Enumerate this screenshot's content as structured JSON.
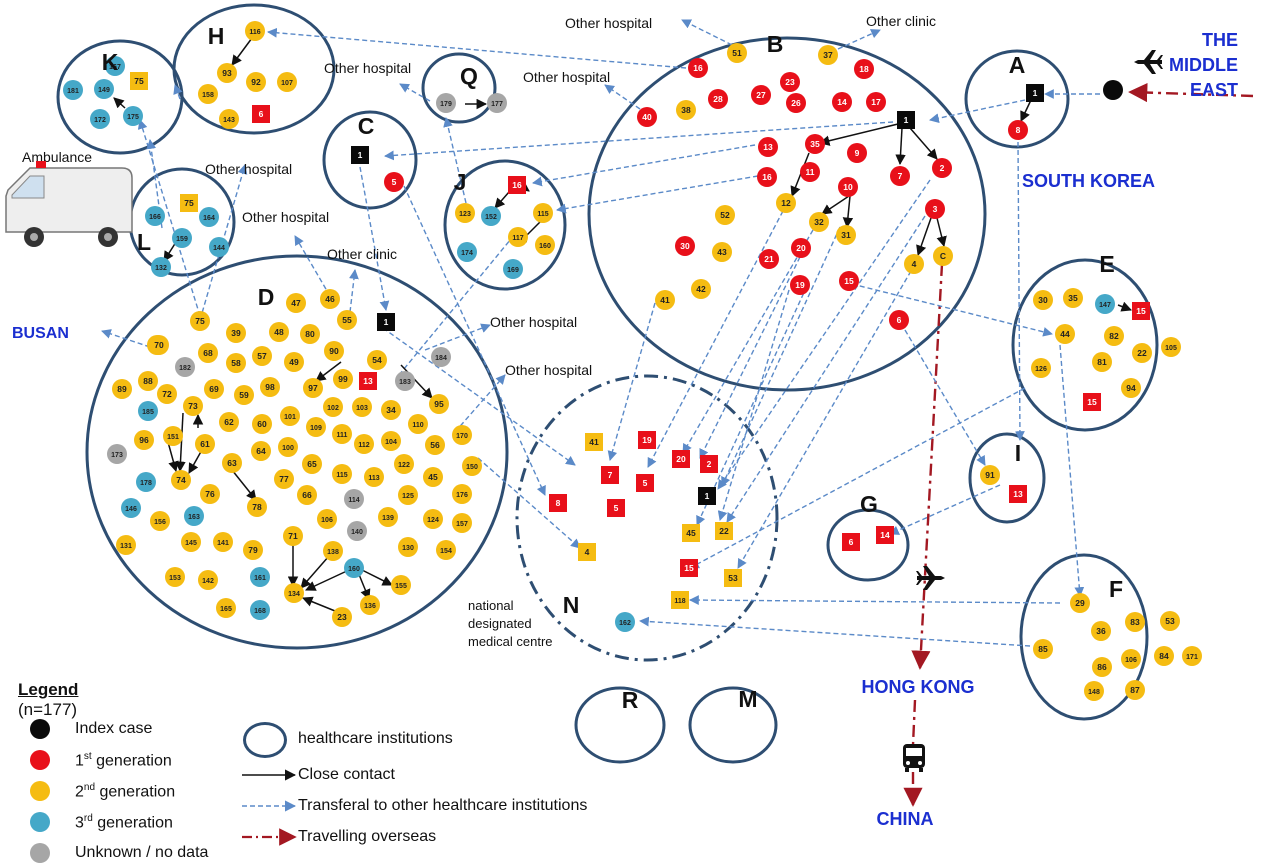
{
  "colors": {
    "index": "#0a0a0a",
    "gen1": "#e8101a",
    "gen2": "#f5bc12",
    "gen3": "#45a8c8",
    "unknown": "#a6a6a6",
    "institution": "#2e4e72",
    "transfer": "#5b8ac8",
    "travel": "#a31822",
    "country": "#1b2fd0"
  },
  "labels": {
    "A": "A",
    "B": "B",
    "C": "C",
    "D": "D",
    "E": "E",
    "F": "F",
    "G": "G",
    "H": "H",
    "I": "I",
    "J": "J",
    "K": "K",
    "L": "L",
    "M": "M",
    "N": "N",
    "Q": "Q",
    "R": "R",
    "other_hospital": "Other hospital",
    "other_clinic": "Other clinic",
    "ambulance": "Ambulance",
    "busan": "BUSAN",
    "south_korea": "SOUTH KOREA",
    "the": "THE",
    "middle": "MIDDLE",
    "east": "EAST",
    "hong_kong": "HONG KONG",
    "china": "CHINA",
    "nmc1": "national",
    "nmc2": "designated",
    "nmc3": "medical centre"
  },
  "nodes": [
    [
      "A",
      "1",
      "sq",
      "i"
    ],
    [
      "A",
      "8",
      "c",
      "g1"
    ],
    [
      "B",
      "51",
      "c",
      "g2"
    ],
    [
      "B",
      "37",
      "c",
      "g2"
    ],
    [
      "B",
      "16",
      "c",
      "g1"
    ],
    [
      "B",
      "18",
      "c",
      "g1"
    ],
    [
      "B",
      "23",
      "c",
      "g1"
    ],
    [
      "B",
      "38",
      "c",
      "g2"
    ],
    [
      "B",
      "28",
      "c",
      "g1"
    ],
    [
      "B",
      "27",
      "c",
      "g1"
    ],
    [
      "B",
      "26",
      "c",
      "g1"
    ],
    [
      "B",
      "14",
      "c",
      "g1"
    ],
    [
      "B",
      "17",
      "c",
      "g1"
    ],
    [
      "B",
      "40",
      "c",
      "g1"
    ],
    [
      "B",
      "1",
      "sq",
      "i"
    ],
    [
      "B",
      "13",
      "c",
      "g1"
    ],
    [
      "B",
      "35",
      "c",
      "g1"
    ],
    [
      "B",
      "9",
      "c",
      "g1"
    ],
    [
      "B",
      "7",
      "c",
      "g1"
    ],
    [
      "B",
      "2",
      "c",
      "g1"
    ],
    [
      "B",
      "16",
      "c",
      "g1"
    ],
    [
      "B",
      "11",
      "c",
      "g1"
    ],
    [
      "B",
      "10",
      "c",
      "g1"
    ],
    [
      "B",
      "12",
      "c",
      "g2"
    ],
    [
      "B",
      "32",
      "c",
      "g2"
    ],
    [
      "B",
      "31",
      "c",
      "g2"
    ],
    [
      "B",
      "3",
      "c",
      "g1"
    ],
    [
      "B",
      "52",
      "c",
      "g2"
    ],
    [
      "B",
      "30",
      "c",
      "g1"
    ],
    [
      "B",
      "20",
      "c",
      "g1"
    ],
    [
      "B",
      "43",
      "c",
      "g2"
    ],
    [
      "B",
      "21",
      "c",
      "g1"
    ],
    [
      "B",
      "4",
      "c",
      "g2"
    ],
    [
      "B",
      "C",
      "c",
      "g2"
    ],
    [
      "B",
      "42",
      "c",
      "g2"
    ],
    [
      "B",
      "19",
      "c",
      "g1"
    ],
    [
      "B",
      "15",
      "c",
      "g1"
    ],
    [
      "B",
      "41",
      "c",
      "g2"
    ],
    [
      "B",
      "6",
      "c",
      "g1"
    ],
    [
      "C",
      "1",
      "sq",
      "i"
    ],
    [
      "C",
      "5",
      "c",
      "g1"
    ],
    [
      "D",
      "47",
      "c",
      "g2"
    ],
    [
      "D",
      "46",
      "c",
      "g2"
    ],
    [
      "D",
      "55",
      "c",
      "g2"
    ],
    [
      "D",
      "1",
      "sq",
      "i"
    ],
    [
      "D",
      "75",
      "c",
      "g2"
    ],
    [
      "D",
      "67",
      "c",
      "g2"
    ],
    [
      "D",
      "39",
      "c",
      "g2"
    ],
    [
      "D",
      "48",
      "c",
      "g2"
    ],
    [
      "D",
      "80",
      "c",
      "g2"
    ],
    [
      "D",
      "70",
      "c",
      "g2"
    ],
    [
      "D",
      "68",
      "c",
      "g2"
    ],
    [
      "D",
      "58",
      "c",
      "g2"
    ],
    [
      "D",
      "57",
      "c",
      "g2"
    ],
    [
      "D",
      "49",
      "c",
      "g2"
    ],
    [
      "D",
      "90",
      "c",
      "g2"
    ],
    [
      "D",
      "54",
      "c",
      "g2"
    ],
    [
      "D",
      "184",
      "c",
      "u"
    ],
    [
      "D",
      "88",
      "c",
      "g2"
    ],
    [
      "D",
      "182",
      "c",
      "u"
    ],
    [
      "D",
      "89",
      "c",
      "g2"
    ],
    [
      "D",
      "72",
      "c",
      "g2"
    ],
    [
      "D",
      "69",
      "c",
      "g2"
    ],
    [
      "D",
      "59",
      "c",
      "g2"
    ],
    [
      "D",
      "98",
      "c",
      "g2"
    ],
    [
      "D",
      "97",
      "c",
      "g2"
    ],
    [
      "D",
      "99",
      "c",
      "g2"
    ],
    [
      "D",
      "13",
      "sq",
      "g1"
    ],
    [
      "D",
      "183",
      "c",
      "u"
    ],
    [
      "D",
      "185",
      "c",
      "g3"
    ],
    [
      "D",
      "73",
      "c",
      "g2"
    ],
    [
      "D",
      "62",
      "c",
      "g2"
    ],
    [
      "D",
      "60",
      "c",
      "g2"
    ],
    [
      "D",
      "101",
      "c",
      "g2"
    ],
    [
      "D",
      "102",
      "c",
      "g2"
    ],
    [
      "D",
      "103",
      "c",
      "g2"
    ],
    [
      "D",
      "34",
      "c",
      "g2"
    ],
    [
      "D",
      "95",
      "c",
      "g2"
    ],
    [
      "D",
      "96",
      "c",
      "g2"
    ],
    [
      "D",
      "151",
      "c",
      "g2"
    ],
    [
      "D",
      "61",
      "c",
      "g2"
    ],
    [
      "D",
      "100",
      "c",
      "g2"
    ],
    [
      "D",
      "109",
      "c",
      "g2"
    ],
    [
      "D",
      "111",
      "c",
      "g2"
    ],
    [
      "D",
      "112",
      "c",
      "g2"
    ],
    [
      "D",
      "104",
      "c",
      "g2"
    ],
    [
      "D",
      "110",
      "c",
      "g2"
    ],
    [
      "D",
      "56",
      "c",
      "g2"
    ],
    [
      "D",
      "170",
      "c",
      "g2"
    ],
    [
      "D",
      "173",
      "c",
      "u"
    ],
    [
      "D",
      "178",
      "c",
      "g3"
    ],
    [
      "D",
      "74",
      "c",
      "g2"
    ],
    [
      "D",
      "63",
      "c",
      "g2"
    ],
    [
      "D",
      "64",
      "c",
      "g2"
    ],
    [
      "D",
      "65",
      "c",
      "g2"
    ],
    [
      "D",
      "115",
      "c",
      "g2"
    ],
    [
      "D",
      "113",
      "c",
      "g2"
    ],
    [
      "D",
      "122",
      "c",
      "g2"
    ],
    [
      "D",
      "45",
      "c",
      "g2"
    ],
    [
      "D",
      "150",
      "c",
      "g2"
    ],
    [
      "D",
      "76",
      "c",
      "g2"
    ],
    [
      "D",
      "77",
      "c",
      "g2"
    ],
    [
      "D",
      "66",
      "c",
      "g2"
    ],
    [
      "D",
      "114",
      "c",
      "u"
    ],
    [
      "D",
      "125",
      "c",
      "g2"
    ],
    [
      "D",
      "176",
      "c",
      "g2"
    ],
    [
      "D",
      "146",
      "c",
      "g3"
    ],
    [
      "D",
      "163",
      "c",
      "g3"
    ],
    [
      "D",
      "78",
      "c",
      "g2"
    ],
    [
      "D",
      "106",
      "c",
      "g2"
    ],
    [
      "D",
      "140",
      "c",
      "u"
    ],
    [
      "D",
      "139",
      "c",
      "g2"
    ],
    [
      "D",
      "124",
      "c",
      "g2"
    ],
    [
      "D",
      "157",
      "c",
      "g2"
    ],
    [
      "D",
      "156",
      "c",
      "g2"
    ],
    [
      "D",
      "131",
      "c",
      "g2"
    ],
    [
      "D",
      "145",
      "c",
      "g2"
    ],
    [
      "D",
      "141",
      "c",
      "g2"
    ],
    [
      "D",
      "79",
      "c",
      "g2"
    ],
    [
      "D",
      "71",
      "c",
      "g2"
    ],
    [
      "D",
      "138",
      "c",
      "g2"
    ],
    [
      "D",
      "130",
      "c",
      "g2"
    ],
    [
      "D",
      "154",
      "c",
      "g2"
    ],
    [
      "D",
      "153",
      "c",
      "g2"
    ],
    [
      "D",
      "142",
      "c",
      "g2"
    ],
    [
      "D",
      "161",
      "c",
      "g3"
    ],
    [
      "D",
      "134",
      "c",
      "g2"
    ],
    [
      "D",
      "160",
      "c",
      "g3"
    ],
    [
      "D",
      "155",
      "c",
      "g2"
    ],
    [
      "D",
      "165",
      "c",
      "g2"
    ],
    [
      "D",
      "168",
      "c",
      "g3"
    ],
    [
      "D",
      "136",
      "c",
      "g2"
    ],
    [
      "E",
      "23",
      "c",
      "g2"
    ],
    [
      "E",
      "30",
      "c",
      "g2"
    ],
    [
      "E",
      "35",
      "c",
      "g2"
    ],
    [
      "E",
      "147",
      "c",
      "g3"
    ],
    [
      "E",
      "15",
      "sq",
      "g1"
    ],
    [
      "E",
      "44",
      "c",
      "g2"
    ],
    [
      "E",
      "82",
      "c",
      "g2"
    ],
    [
      "E",
      "105",
      "c",
      "g2"
    ],
    [
      "E",
      "81",
      "c",
      "g2"
    ],
    [
      "E",
      "22",
      "c",
      "g2"
    ],
    [
      "E",
      "126",
      "c",
      "g2"
    ],
    [
      "E",
      "94",
      "c",
      "g2"
    ],
    [
      "F",
      "15",
      "sq",
      "g1"
    ],
    [
      "F",
      "29",
      "c",
      "g2"
    ],
    [
      "F",
      "36",
      "c",
      "g2"
    ],
    [
      "F",
      "83",
      "c",
      "g2"
    ],
    [
      "F",
      "53",
      "c",
      "g2"
    ],
    [
      "F",
      "85",
      "c",
      "g2"
    ],
    [
      "F",
      "86",
      "c",
      "g2"
    ],
    [
      "F",
      "106",
      "c",
      "g2"
    ],
    [
      "F",
      "84",
      "c",
      "g2"
    ],
    [
      "F",
      "171",
      "c",
      "g2"
    ],
    [
      "F",
      "148",
      "c",
      "g2"
    ],
    [
      "G",
      "87",
      "c",
      "g2"
    ],
    [
      "G",
      "6",
      "sq",
      "g1"
    ],
    [
      "H",
      "14",
      "sq",
      "g1"
    ],
    [
      "H",
      "116",
      "c",
      "g2"
    ],
    [
      "H",
      "93",
      "c",
      "g2"
    ],
    [
      "H",
      "92",
      "c",
      "g2"
    ],
    [
      "H",
      "107",
      "c",
      "g2"
    ],
    [
      "H",
      "158",
      "c",
      "g2"
    ],
    [
      "H",
      "143",
      "c",
      "g2"
    ],
    [
      "I",
      "6",
      "sq",
      "g1"
    ],
    [
      "I",
      "91",
      "c",
      "g2"
    ],
    [
      "J",
      "13",
      "sq",
      "g1"
    ],
    [
      "J",
      "16",
      "sq",
      "g1"
    ],
    [
      "J",
      "115",
      "c",
      "g2"
    ],
    [
      "J",
      "123",
      "c",
      "g2"
    ],
    [
      "J",
      "152",
      "c",
      "g3"
    ],
    [
      "J",
      "117",
      "c",
      "g2"
    ],
    [
      "J",
      "160",
      "c",
      "g2"
    ],
    [
      "J",
      "174",
      "c",
      "g3"
    ],
    [
      "K",
      "169",
      "c",
      "g3"
    ],
    [
      "K",
      "167",
      "c",
      "g3"
    ],
    [
      "K",
      "149",
      "c",
      "g3"
    ],
    [
      "K",
      "75",
      "sq",
      "g2"
    ],
    [
      "K",
      "175",
      "c",
      "g3"
    ],
    [
      "L",
      "181",
      "c",
      "g3"
    ],
    [
      "L",
      "172",
      "c",
      "g3"
    ],
    [
      "L",
      "166",
      "c",
      "g3"
    ],
    [
      "L",
      "75",
      "sq",
      "g2"
    ],
    [
      "L",
      "164",
      "c",
      "g3"
    ],
    [
      "L",
      "159",
      "c",
      "g3"
    ],
    [
      "Amb",
      "144",
      "c",
      "g3"
    ],
    [
      "Amb",
      "132",
      "c",
      "g3"
    ],
    [
      "Amb",
      "75",
      "sq",
      "g2"
    ],
    [
      "N",
      "21",
      "sq",
      "g1"
    ],
    [
      "N",
      "12",
      "sq",
      "g2"
    ],
    [
      "N",
      "41",
      "sq",
      "g2"
    ],
    [
      "N",
      "19",
      "sq",
      "g1"
    ],
    [
      "N",
      "7",
      "sq",
      "g1"
    ],
    [
      "N",
      "20",
      "sq",
      "g1"
    ],
    [
      "N",
      "2",
      "sq",
      "g1"
    ],
    [
      "N",
      "5",
      "sq",
      "g1"
    ],
    [
      "N",
      "1",
      "sq",
      "i"
    ],
    [
      "N",
      "8",
      "sq",
      "g1"
    ],
    [
      "N",
      "5",
      "sq",
      "g1"
    ],
    [
      "N",
      "45",
      "sq",
      "g2"
    ],
    [
      "N",
      "22",
      "sq",
      "g2"
    ],
    [
      "N",
      "4",
      "sq",
      "g2"
    ],
    [
      "N",
      "15",
      "sq",
      "g1"
    ],
    [
      "N",
      "53",
      "sq",
      "g2"
    ],
    [
      "Q",
      "118",
      "sq",
      "g2"
    ],
    [
      "Q",
      "162",
      "c",
      "g3"
    ],
    [
      "R",
      "179",
      "c",
      "u"
    ],
    [
      "M",
      "177",
      "c",
      "u"
    ]
  ],
  "legend": {
    "title": "Legend",
    "n": "(n=177)",
    "index": "Index case",
    "gen1_prefix": "1",
    "gen1_sup": "st",
    "gen1_suffix": " generation",
    "gen2_prefix": "2",
    "gen2_sup": "nd",
    "gen2_suffix": " generation",
    "gen3_prefix": "3",
    "gen3_sup": "rd",
    "gen3_suffix": " generation",
    "unknown": "Unknown / no data",
    "institutions": "healthcare institutions",
    "close_contact": "Close contact",
    "transfer": "Transferal to other healthcare institutions",
    "travel": "Travelling overseas"
  }
}
